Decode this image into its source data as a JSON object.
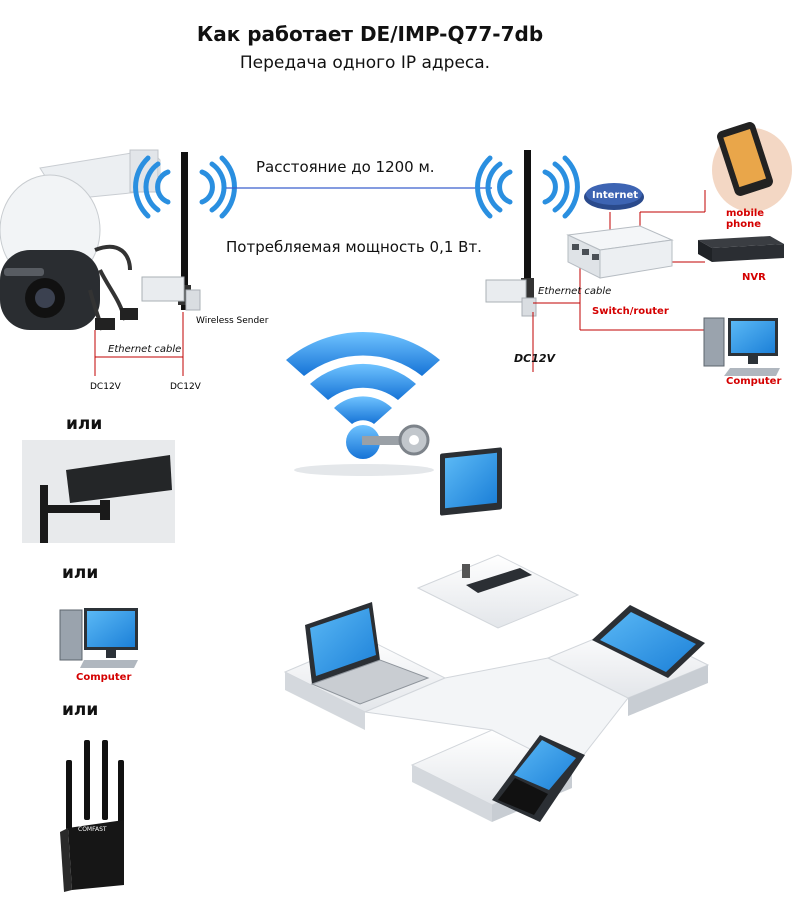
{
  "header": {
    "title": "Как работает DE/IMP-Q77-7db",
    "subtitle": "Передача одного IP адреса."
  },
  "link": {
    "distance": "Расстояние до 1200 м.",
    "power": "Потребляемая мощность 0,1 Вт."
  },
  "left_side": {
    "ethernet_cable": "Ethernet cable",
    "dc_left": "DC12V",
    "dc_right": "DC12V",
    "wireless_sender": "Wireless Sender"
  },
  "right_side": {
    "ethernet_cable": "Ethernet cable",
    "dc": "DC12V",
    "internet": "Internet",
    "mobile_phone": "mobile phone",
    "nvr": "NVR",
    "switch_router": "Switch/router",
    "computer": "Computer"
  },
  "alternatives": {
    "or_1": "или",
    "or_2": "или",
    "or_3": "или",
    "computer_label": "Computer",
    "repeater_brand": "COMFAST"
  },
  "colors": {
    "wifi_blue": "#2a8fe0",
    "cable_red": "#c00000",
    "link_blue": "#3a5fcd"
  }
}
